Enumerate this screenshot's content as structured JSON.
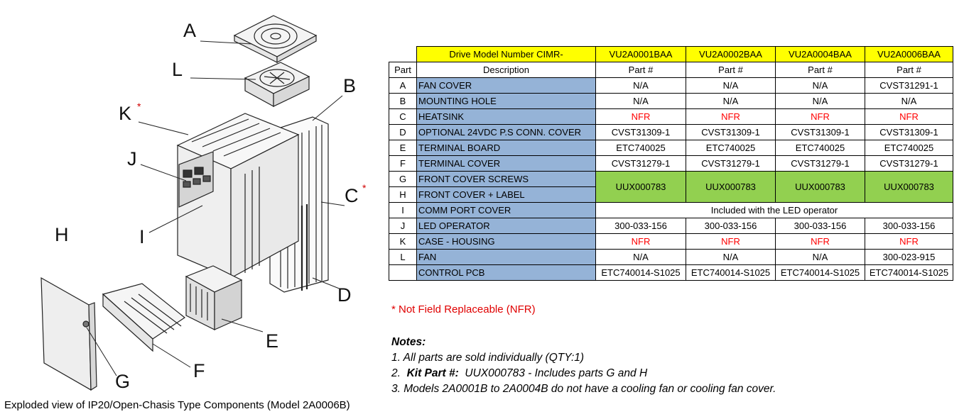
{
  "diagram": {
    "callouts": [
      {
        "id": "A",
        "star": false
      },
      {
        "id": "L",
        "star": false
      },
      {
        "id": "B",
        "star": false
      },
      {
        "id": "K",
        "star": true
      },
      {
        "id": "J",
        "star": false
      },
      {
        "id": "C",
        "star": true
      },
      {
        "id": "H",
        "star": false
      },
      {
        "id": "I",
        "star": false
      },
      {
        "id": "D",
        "star": false
      },
      {
        "id": "E",
        "star": false
      },
      {
        "id": "F",
        "star": false
      },
      {
        "id": "G",
        "star": false
      }
    ],
    "star_symbol": "*",
    "caption": "Exploded view of IP20/Open-Chasis Type Components (Model 2A0006B)"
  },
  "table": {
    "model_header": "Drive Model Number CIMR-",
    "models": [
      "VU2A0001BAA",
      "VU2A0002BAA",
      "VU2A0004BAA",
      "VU2A0006BAA"
    ],
    "part_header": "Part",
    "desc_header": "Description",
    "partnum_header": "Part #",
    "rows": [
      {
        "part": "A",
        "desc": "FAN COVER",
        "values": [
          "N/A",
          "N/A",
          "N/A",
          "CVST31291-1"
        ]
      },
      {
        "part": "B",
        "desc": "MOUNTING HOLE",
        "values": [
          "N/A",
          "N/A",
          "N/A",
          "N/A"
        ]
      },
      {
        "part": "C",
        "desc": "HEATSINK",
        "values": [
          "NFR",
          "NFR",
          "NFR",
          "NFR"
        ]
      },
      {
        "part": "D",
        "desc": "OPTIONAL 24VDC P.S CONN. COVER",
        "values": [
          "CVST31309-1",
          "CVST31309-1",
          "CVST31309-1",
          "CVST31309-1"
        ]
      },
      {
        "part": "E",
        "desc": "TERMINAL BOARD",
        "values": [
          "ETC740025",
          "ETC740025",
          "ETC740025",
          "ETC740025"
        ]
      },
      {
        "part": "F",
        "desc": "TERMINAL COVER",
        "values": [
          "CVST31279-1",
          "CVST31279-1",
          "CVST31279-1",
          "CVST31279-1"
        ]
      },
      {
        "part": "G",
        "desc": "FRONT COVER SCREWS"
      },
      {
        "part": "H",
        "desc": "FRONT COVER + LABEL"
      },
      {
        "part": "I",
        "desc": "COMM PORT COVER",
        "merged": "Included with the LED operator"
      },
      {
        "part": "J",
        "desc": "LED OPERATOR",
        "values": [
          "300-033-156",
          "300-033-156",
          "300-033-156",
          "300-033-156"
        ]
      },
      {
        "part": "K",
        "desc": "CASE - HOUSING",
        "values": [
          "NFR",
          "NFR",
          "NFR",
          "NFR"
        ]
      },
      {
        "part": "L",
        "desc": "FAN",
        "values": [
          "N/A",
          "N/A",
          "N/A",
          "300-023-915"
        ]
      },
      {
        "part": "",
        "desc": "CONTROL PCB",
        "values": [
          "ETC740014-S1025",
          "ETC740014-S1025",
          "ETC740014-S1025",
          "ETC740014-S1025"
        ]
      }
    ],
    "gh_values": [
      "UUX000783",
      "UUX000783",
      "UUX000783",
      "UUX000783"
    ]
  },
  "nfr_note": "* Not Field Replaceable (NFR)",
  "notes": {
    "title": "Notes:",
    "line1": "1. All parts are sold individually (QTY:1)",
    "line2_prefix": "2.",
    "line2_bold": "Kit Part #:",
    "line2_rest": "UUX000783 - Includes parts G and H",
    "line3": "3. Models 2A0001B to 2A0004B do not have a cooling fan or cooling fan cover."
  },
  "colors": {
    "header_yellow": "#ffff00",
    "description_blue": "#95b3d7",
    "kit_green": "#92d050",
    "nfr_red": "#ff0000"
  }
}
